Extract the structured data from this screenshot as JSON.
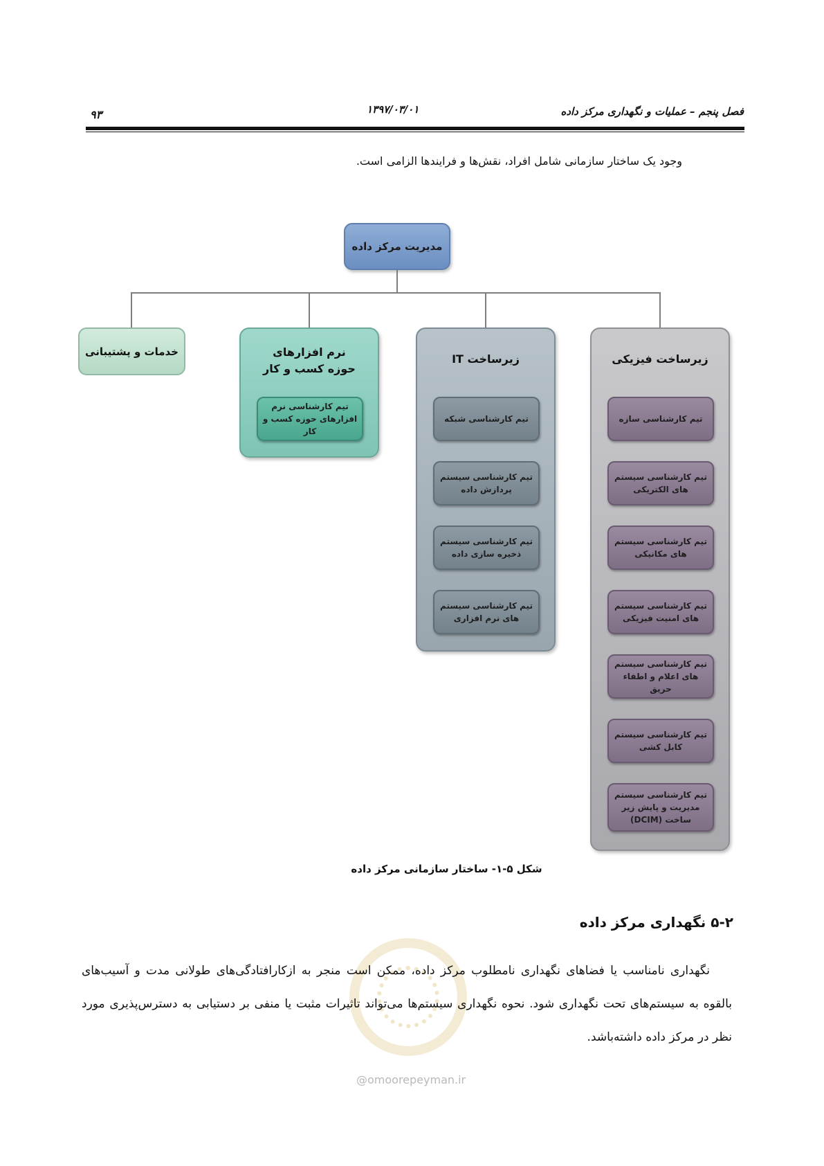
{
  "header": {
    "chapter": "فصل پنجم – عملیات و نگهداری مرکز داده",
    "date": "۱۳۹۷/۰۳/۰۱",
    "page_number": "۹۳"
  },
  "intro_text": "وجود یک ساختار سازمانی شامل افراد، نقش‌ها و فرایندها الزامی است.",
  "org_chart": {
    "root": "مدیریت مرکز داده",
    "physical": {
      "title": "زیرساخت فیزیکی",
      "teams": [
        "تیم کارشناسی سازه",
        "تیم کارشناسی سیستم های الکتریکی",
        "تیم کارشناسی سیستم های مکانیکی",
        "تیم کارشناسی سیستم های امنیت فیزیکی",
        "تیم کارشناسی سیستم های اعلام و اطفاء حریق",
        "تیم کارشناسی سیستم کابل کشی",
        "تیم کارشناسی سیستم مدیریت و پایش زیر ساخت (DCIM)"
      ]
    },
    "it": {
      "title": "زیرساخت IT",
      "teams": [
        "تیم کارشناسی شبکه",
        "تیم کارشناسی سیستم پردازش داده",
        "تیم کارشناسی سیستم ذخیره سازی داده",
        "تیم کارشناسی سیستم های نرم افزاری"
      ]
    },
    "software": {
      "title": "نرم افزارهای حوزه کسب و کار",
      "teams": [
        "تیم کارشناسی نرم افزارهای حوزه کسب و کار"
      ]
    },
    "services": {
      "title": "خدمات و پشتیبانی"
    }
  },
  "figure_caption": "شکل ۵-۱- ساختار سازمانی مرکز داده",
  "section": {
    "title": "۵-۲   نگهداری مرکز داده",
    "paragraph": "نگهداری نامناسب یا فضاهای نگهداری نامطلوب مرکز داده، ممکن است منجر به ازکارافتادگی‌های طولانی مدت و آسیب‌های بالقوه به سیستم‌های تحت نگهداری شود. نحوه نگهداری سیستم‌ها می‌تواند تاثیرات مثبت یا منفی بر دستیابی به دسترس‌پذیری مورد نظر در مرکز داده داشته‌باشد."
  },
  "watermark": {
    "text": "@omoorepeyman.ir"
  }
}
